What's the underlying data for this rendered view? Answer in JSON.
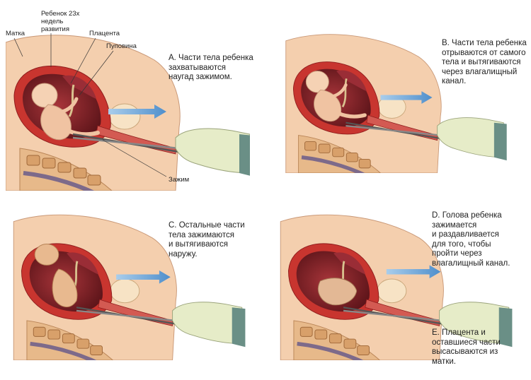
{
  "labels": {
    "uterus": "Матка",
    "fetus": "Ребенок 23х\nнедель\nразвития",
    "placenta": "Плацента",
    "cord": "Пуповина",
    "clamp": "Зажим"
  },
  "steps": [
    {
      "id": "A",
      "text": "A. Части тела ребенка\n    захватываются\n    наугад зажимом."
    },
    {
      "id": "B",
      "text": "B.  Части тела ребенка\n     отрываются от самого\n     тела и вытягиваются\n     через влагалищный\n     канал."
    },
    {
      "id": "C",
      "text": "C.  Остальные части\n     тела зажимаются\n     и вытягиваются\n     наружу."
    },
    {
      "id": "D",
      "text": "D.  Голова ребенка\n     зажимается\n     и раздавливается\n     для того, чтобы\n     пройти через\n     влагалищный канал."
    },
    {
      "id": "E",
      "text": "E.  Плацента и\n     оставшиеся части\n     высасываются из\n     матки."
    }
  ],
  "colors": {
    "skin": "#f3c9a6",
    "uterus": "#c8352f",
    "cavity": "#7a1f24",
    "bone": "#d9a36b",
    "arrow": "#6fa8dc",
    "glove": "#e6ecc8"
  }
}
